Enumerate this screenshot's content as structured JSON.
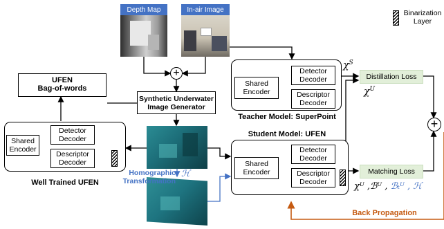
{
  "legend": {
    "binarization_label": "Binarization Layer"
  },
  "inputs": {
    "depth_map_label": "Depth Map",
    "inair_label": "In-air Image"
  },
  "generator": {
    "title": "Synthetic Underwater Image Generator"
  },
  "teacher": {
    "caption": "Teacher Model: SuperPoint",
    "shared_encoder": "Shared Encoder",
    "detector_decoder": "Detector Decoder",
    "descriptor_decoder": "Descriptor Decoder"
  },
  "student": {
    "title": "Student Model: UFEN",
    "shared_encoder": "Shared Encoder",
    "detector_decoder": "Detector Decoder",
    "descriptor_decoder": "Descriptor Decoder"
  },
  "trained": {
    "caption": "Well Trained UFEN",
    "shared_encoder": "Shared Encoder",
    "detector_decoder": "Detector Decoder",
    "descriptor_decoder": "Descriptor Decoder"
  },
  "bow": {
    "line1": "UFEN",
    "line2": "Bag-of-words"
  },
  "losses": {
    "distillation": "Distillation Loss",
    "matching": "Matching Loss"
  },
  "symbols": {
    "chi_s": "χ",
    "chi_s_sup": "S",
    "chi_u": "χ",
    "chi_u_sup": "U",
    "matching_outputs_black": "χᵁ ,ℬᵁ ,",
    "matching_outputs_blue": "ℬₜᵁ , ℋ",
    "homography": "ℋ"
  },
  "homographic": {
    "line1": "Homographic",
    "line2": "Transformation"
  },
  "backprop": {
    "label": "Back Propagation"
  },
  "colors": {
    "accent_blue": "#4472c4",
    "backprop_orange": "#c55a11",
    "loss_green": "#e2efd9",
    "underwater_teal": "#1f7f8a"
  }
}
